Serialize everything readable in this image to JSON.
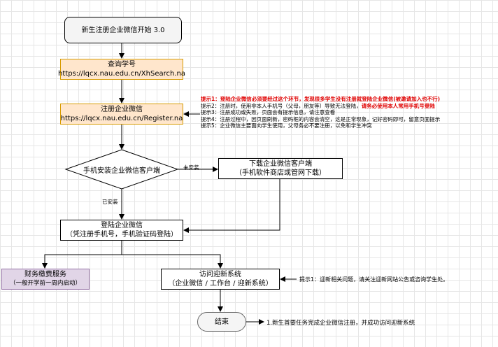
{
  "nodes": {
    "start": "新生注册企业微信开始 3.0",
    "query_title": "查询学号",
    "query_url": "https://lqcx.nau.edu.cn/XhSearch.na",
    "register_title": "注册企业微信",
    "register_url": "https://lqcx.nau.edu.cn/Register.na",
    "decision": "手机安装企业微信客户端",
    "download_title": "下载企业微信客户端",
    "download_sub": "（手机软件商店或管网下载）",
    "login_title": "登陆企业微信",
    "login_sub": "（凭注册手机号，手机验证码登陆）",
    "finance_title": "财务缴费服务",
    "finance_sub": "（一般开学前一周内启动）",
    "visit_title": "访问迎新系统",
    "visit_sub": "（企业微信 / 工作台 / 迎新系统）",
    "end": "结束"
  },
  "edge_labels": {
    "not_installed": "未安装",
    "installed": "已安装"
  },
  "tips": {
    "t1_prefix": "提示1：",
    "t1_text": "登陆企业微信必须要经过这个环节，发现很多学生没有注册就登陆企业微信(被邀请加入也不行)",
    "t2_prefix": "提示2：",
    "t2_text": "注册时，使用非本人手机号（父母，朋友等）导致无法登陆，",
    "t2_red": "请务必使用本人常用手机号登陆",
    "t3": "提示3：注册成功或失败，页面会有提示信息，请注意查看",
    "t4": "提示4：注册过程中，因页面刷新，密码框的内容会清空，这是正常现象，记好密码即可，留意页面提示",
    "t5": "提示5：企业微信主要面向学生使用，父母务必不要注册，以免和学生冲突"
  },
  "notes": {
    "visit_tip": "提示1：迎新相关问题，请关注迎新网站公告或咨询学生处。",
    "end_tip": "1.新生首要任务完成企业微信注册，并成功访问迎新系统"
  },
  "colors": {
    "orange_fill": "#ffe6cc",
    "orange_stroke": "#d79b00",
    "purple_fill": "#e1d5e7",
    "purple_stroke": "#9673a6",
    "tip_red": "#e00000"
  }
}
